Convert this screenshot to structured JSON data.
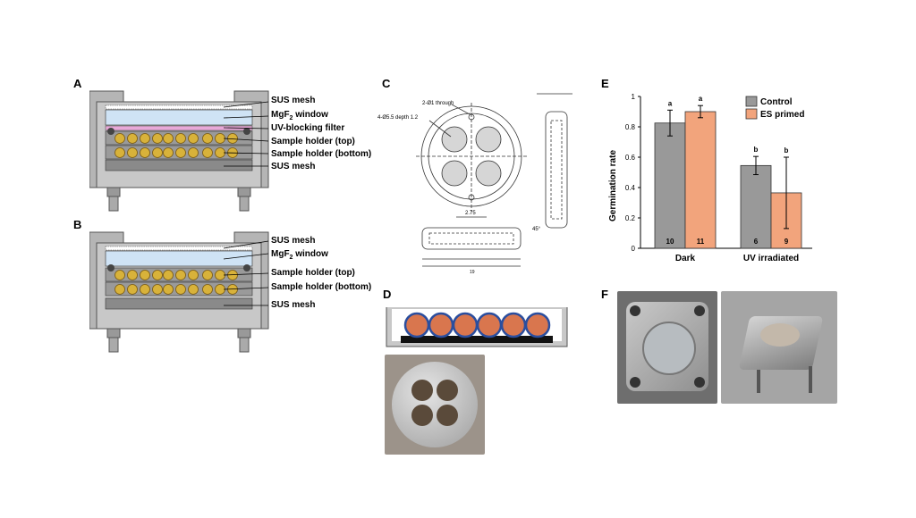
{
  "panels": {
    "A": {
      "letter": "A",
      "labels": [
        "SUS mesh",
        "MgF",
        "2",
        " window",
        "UV-blocking filter",
        "Sample holder (top)",
        "Sample holder (bottom)",
        "SUS mesh"
      ]
    },
    "B": {
      "letter": "B",
      "labels": [
        "SUS mesh",
        "MgF",
        "2",
        " window",
        "Sample holder (top)",
        "Sample holder (bottom)",
        "SUS mesh"
      ]
    },
    "C": {
      "letter": "C",
      "annotations": [
        "2-Ø1 through",
        "4-Ø5.5 depth 1.2",
        "2.75",
        "45°",
        "19"
      ]
    },
    "D": {
      "letter": "D"
    },
    "E": {
      "letter": "E"
    },
    "F": {
      "letter": "F"
    }
  },
  "colors": {
    "control": "#999999",
    "es_primed": "#F2A47C",
    "window": "#cfe3f5",
    "filter": "#e8a8d8",
    "seed": "#d8b23a",
    "holder": "#9a9a9a",
    "frame": "#b5b5b5"
  },
  "chart_data": {
    "type": "bar",
    "title": "",
    "xlabel": "",
    "ylabel": "Germination rate",
    "ylim": [
      0,
      1
    ],
    "yticks": [
      "0",
      "0.2",
      "0.4",
      "0.6",
      "0.8",
      "1"
    ],
    "categories": [
      "Dark",
      "UV irradiated"
    ],
    "legend_position": "top-right",
    "series": [
      {
        "name": "Control",
        "values": [
          0.825,
          0.545
        ],
        "errors": [
          0.085,
          0.06
        ],
        "letters": [
          "a",
          "b"
        ],
        "n": [
          "10",
          "6"
        ]
      },
      {
        "name": "ES primed",
        "values": [
          0.9,
          0.365
        ],
        "errors": [
          0.04,
          0.235
        ],
        "letters": [
          "a",
          "b"
        ],
        "n": [
          "11",
          "9"
        ]
      }
    ]
  }
}
